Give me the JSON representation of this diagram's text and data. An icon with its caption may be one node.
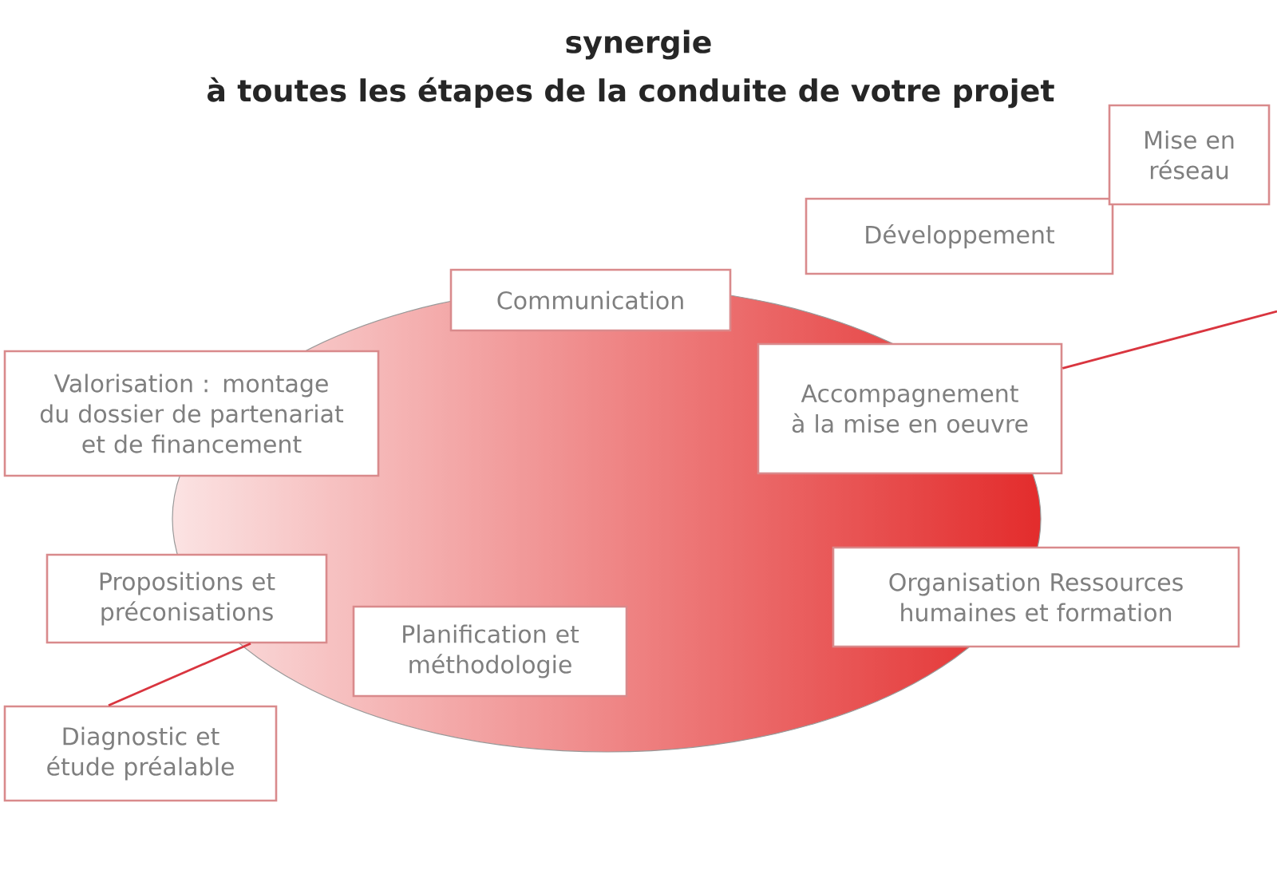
{
  "diagram": {
    "title": "à toutes les étapes de la conduite de votre projet",
    "nodes": [
      {
        "text": [
          "Communication"
        ]
      },
      {
        "text": [
          "Développement"
        ]
      },
      {
        "text": [
          "Mise en réseau"
        ]
      },
      {
        "text": [
          "Valorisation : montage du dossier de partenariat et de financement"
        ]
      },
      {
        "text": [
          "Accompagnement à la mise en oeuvre"
        ]
      },
      {
        "text": [
          "Organisation Ressources humaines et formation"
        ]
      },
      {
        "text": [
          "Propositions et préconisations"
        ]
      },
      {
        "text": [
          "Planification et méthodologie"
        ]
      },
      {
        "text": [
          "Diagnostic et étude préalable"
        ]
      }
    ],
    "edges": [
      {
        "from": 4,
        "to": null,
        "arrow": "none"
      },
      {
        "from": 8,
        "to": 6,
        "arrow": "none"
      }
    ],
    "labels": [
      "synergie"
    ]
  }
}
